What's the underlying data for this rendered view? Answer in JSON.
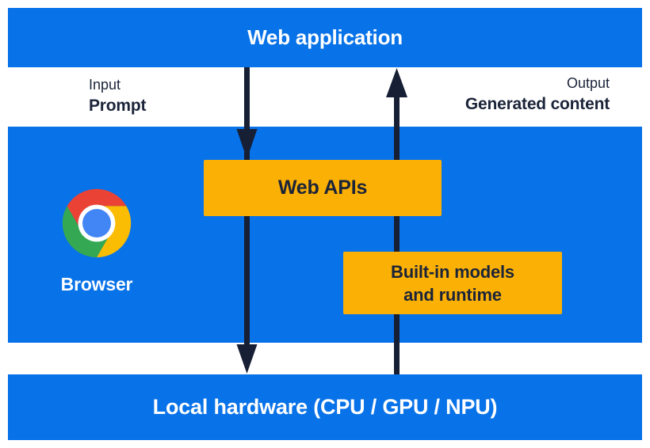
{
  "diagram": {
    "title_bar": {
      "label": "Web application"
    },
    "io": {
      "input_label": "Input",
      "input_value": "Prompt",
      "output_label": "Output",
      "output_value": "Generated content"
    },
    "browser": {
      "label": "Browser",
      "logo": "chrome-logo"
    },
    "boxes": {
      "web_apis": {
        "label": "Web APIs"
      },
      "builtin": {
        "lines": [
          "Built-in models",
          "and runtime"
        ]
      }
    },
    "hardware_bar": {
      "label": "Local hardware (CPU / GPU / NPU)"
    },
    "arrows": [
      {
        "name": "prompt-flow",
        "direction": "down",
        "from": "Web application",
        "to": "Local hardware (CPU / GPU / NPU)",
        "via": "Web APIs"
      },
      {
        "name": "generated-content-flow",
        "direction": "up",
        "from": "Local hardware (CPU / GPU / NPU)",
        "to": "Web application",
        "via": "Built-in models and runtime"
      }
    ],
    "colors": {
      "blue": "#0872E8",
      "yellow": "#FBB005",
      "ink": "#1B2439",
      "arrow": "#161F33",
      "chrome_red": "#EA4335",
      "chrome_green": "#34A853",
      "chrome_yellow": "#FBBC04",
      "chrome_blue": "#4285F4"
    }
  }
}
